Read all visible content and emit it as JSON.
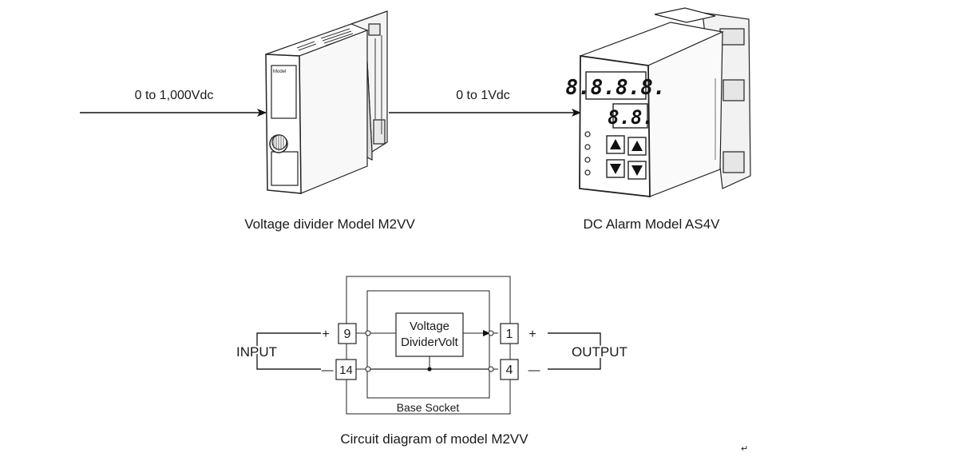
{
  "top": {
    "input_range": "0 to 1,000Vdc",
    "output_range": "0 to 1Vdc",
    "divider_caption": "Voltage divider Model M2VV",
    "alarm_caption": "DC Alarm Model AS4V",
    "divider_face_label": "Model",
    "alarm_display_main": "8.8.8.8.",
    "alarm_display_sub": "8.8.",
    "alarm_buttons": [
      "up-arrow-icon",
      "up-arrow-icon",
      "down-arrow-icon",
      "down-arrow-icon"
    ]
  },
  "circuit": {
    "input_label": "INPUT",
    "output_label": "OUTPUT",
    "terminal_in_plus": "9",
    "terminal_in_minus": "14",
    "terminal_out_plus": "1",
    "terminal_out_minus": "4",
    "plus_sign": "+",
    "minus_sign": "—",
    "divider_line1": "Voltage",
    "divider_line2": "DividerVolt",
    "socket_label": "Base Socket",
    "caption": "Circuit diagram of model M2VV"
  },
  "footer_mark": "↵"
}
